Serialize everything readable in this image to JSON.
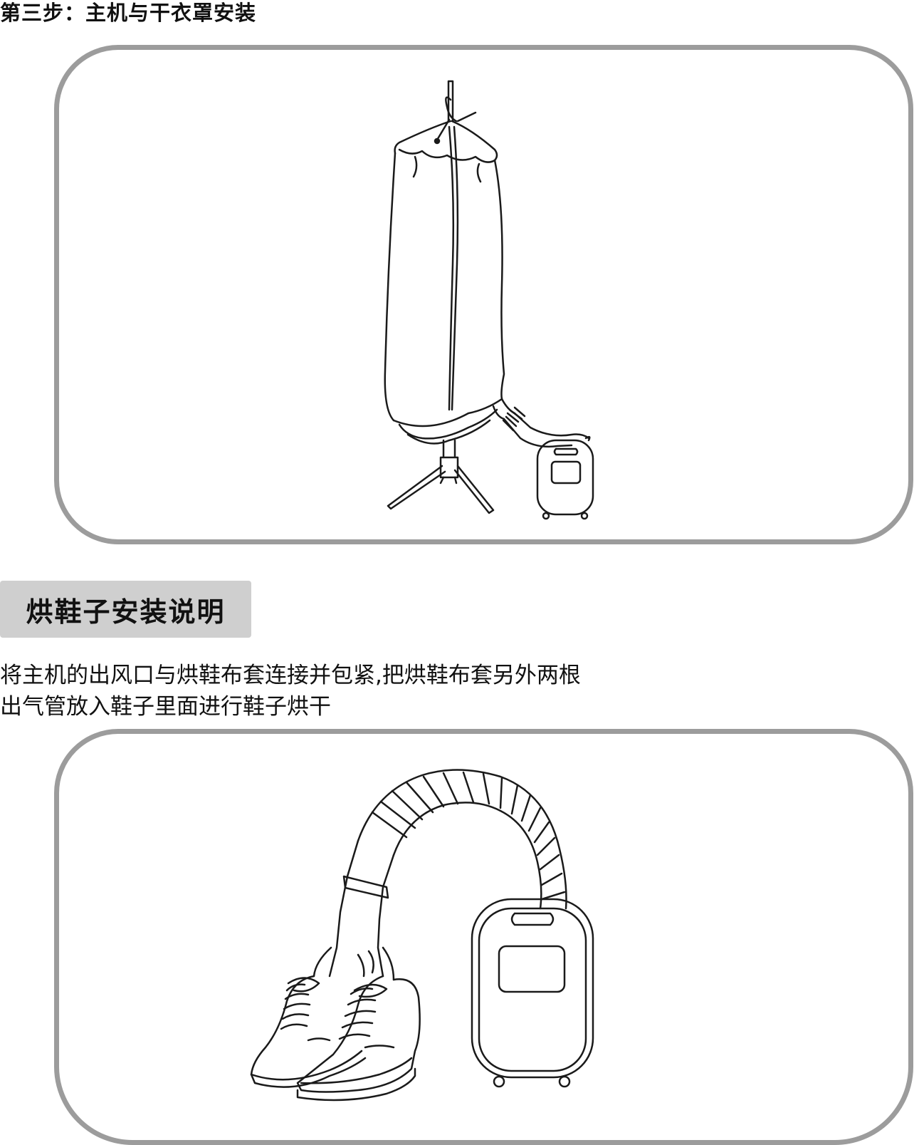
{
  "step": {
    "title": "第三步：主机与干衣罩安装"
  },
  "section": {
    "title": "烘鞋子安装说明"
  },
  "description": {
    "line1": "将主机的出风口与烘鞋布套连接并包紧,把烘鞋布套另外两根",
    "line2": "出气管放入鞋子里面进行鞋子烘干"
  },
  "colors": {
    "frame": "#9c9c9c",
    "badge": "#cfcfcf",
    "ink": "#111111"
  },
  "icons": [
    "dryer-cover-illustration",
    "shoe-dryer-illustration"
  ]
}
